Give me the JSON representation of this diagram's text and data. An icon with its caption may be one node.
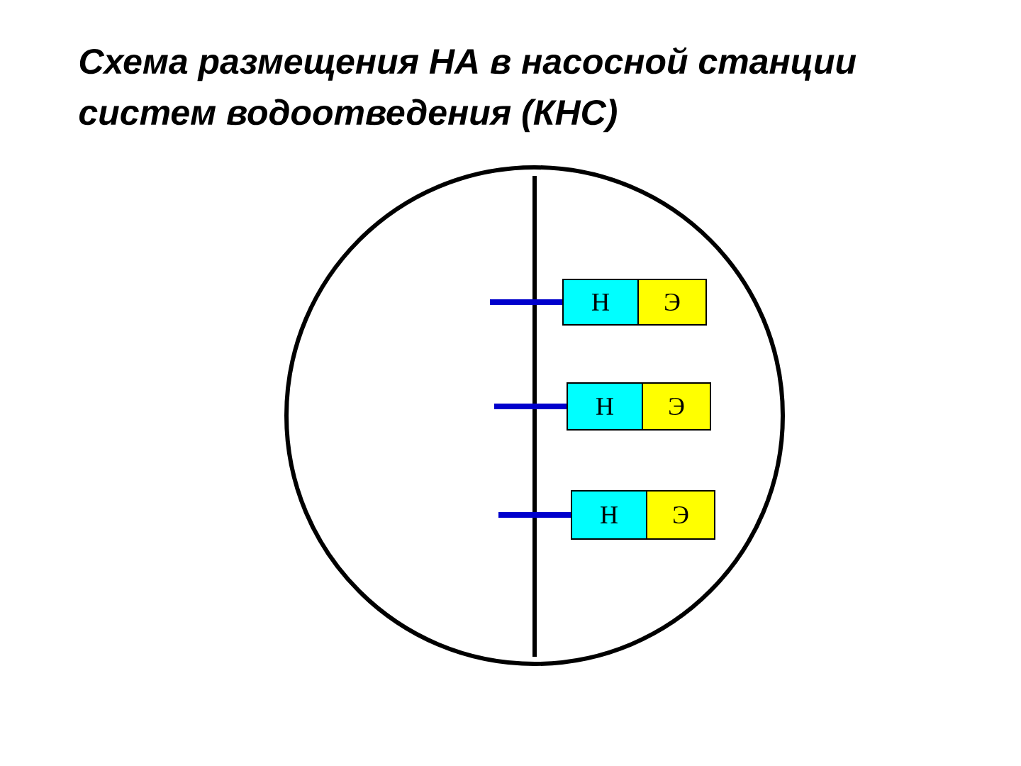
{
  "diagram": {
    "title": "Схема размещения НА в насосной станции систем водоотведения (КНС)",
    "nodes": [
      {
        "text": [
          "Н"
        ]
      },
      {
        "text": [
          "Э"
        ]
      },
      {
        "text": [
          "Н"
        ]
      },
      {
        "text": [
          "Э"
        ]
      },
      {
        "text": [
          "Н"
        ]
      },
      {
        "text": [
          "Э"
        ]
      }
    ],
    "edges": [
      {
        "from": null,
        "to": 0,
        "arrow": "none"
      },
      {
        "from": null,
        "to": 2,
        "arrow": "none"
      },
      {
        "from": null,
        "to": 4,
        "arrow": "none"
      }
    ]
  }
}
